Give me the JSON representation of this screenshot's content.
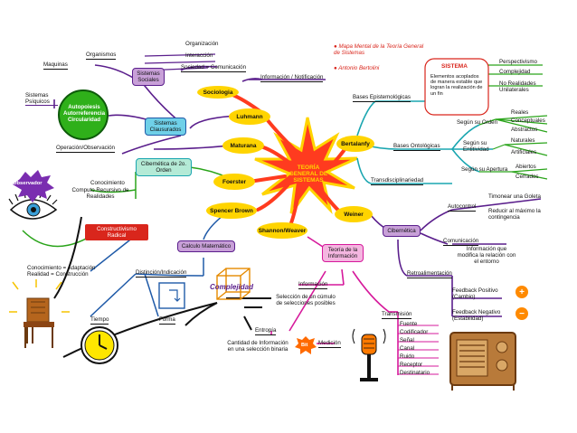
{
  "center": "TEORÍA GENERAL DE SISTEMAS",
  "legend": {
    "item1": "Mapa Mental de la Teoría General de Sistemas",
    "item2": "Antonio Bertolini"
  },
  "top": {
    "organizacion": "Organización",
    "interaccion": "Interacción",
    "sociedad": "Sociedad = Comunicación",
    "informacion_notificacion": "Información / Notificación"
  },
  "left": {
    "organismos": "Organismos",
    "maquinas": "Maquinas",
    "sistemas_sociales": "Sistemas Sociales",
    "sistemas_psiquicos": "Sistemas Psíquicos",
    "autopoiesis": "Autopoiesis Autorreferencia Circularidad",
    "sistemas_clausurados": "Sistemas Clausurados",
    "operacion": "Operación/Observación",
    "observador": "Observador",
    "cibernetica_2o": "Cibernética de 2o. Orden",
    "conocimiento": "Conocimiento",
    "computo": "Computo Recursivo de Realidades",
    "constructivismo": "Constructivismo Radical",
    "calculo": "Calculo Matemático",
    "adaptacion": "Conocimiento = Adaptación Realidad = Construcción",
    "distincion": "Distinción/Indicación",
    "tiempo": "Tiempo",
    "forma": "Forma",
    "complejidad": "Complejidad"
  },
  "petals": {
    "sociologia": "Sociologia",
    "luhmann": "Luhmann",
    "maturana": "Maturana",
    "foerster": "Foerster",
    "spencer": "Spencer Brown",
    "shannon": "Shannon/Weaver",
    "weiner": "Weiner",
    "bertalanfy": "Bertalanfy"
  },
  "right": {
    "sistema": "SISTEMA",
    "sistema_def": "Elementos acoplados de manera estable que logran la realización de un fin",
    "perspectivismo": "Perspectivismo",
    "complejidad": "Complejidad",
    "no_realidades": "No Realidades Unilaterales",
    "bases_epist": "Bases Epistemológicas",
    "bases_onto": "Bases Ontológicas",
    "transdisc": "Transdisciplinariedad",
    "segun_orden": "Según su Orden",
    "reales": "Reales",
    "conceptuales": "Conceptuales",
    "abstractos": "Abstractos",
    "segun_entidad": "Según su Entitividad",
    "naturales": "Naturales",
    "artificiales": "Artificiales",
    "segun_apertura": "Según su Apertura",
    "abiertos": "Abiertos",
    "cerrados": "Cerrados",
    "cibernetica": "Cibernética",
    "autocontrol": "Autocontrol",
    "timonear": "Timonear una Goleta",
    "reducir": "Reducir al máximo la contingencia",
    "comunicacion": "Comunicación",
    "info_modifica": "Información que modifica la relación con el entorno",
    "retro": "Retroalimentación",
    "fb_pos": "Feedback Positivo (Cambio)",
    "fb_neg": "Feedback Negativo (Estabilidad)",
    "plus": "+",
    "minus": "−"
  },
  "bottom": {
    "teoria_info": "Teoría de la Información",
    "informacion": "Información",
    "seleccion": "Selección de un cúmulo de selecciones posibles",
    "entropia": "Entropía",
    "cantidad": "Cantidad de Información en una selección binaria",
    "medicion": "Medición",
    "bit": "Bit",
    "transmision": "Transmisión",
    "chain": [
      "Fuente",
      "Codificador",
      "Señal",
      "Canal",
      "Ruido",
      "Receptor",
      "Destinatario"
    ]
  },
  "colors": {
    "center": "#ff3b1f",
    "petal": "#ffd400",
    "purple": "#5a1e8c",
    "magenta": "#d6199b",
    "green": "#2aa41a",
    "blue": "#1f5aa8",
    "teal": "#1aa6b0",
    "red": "#d9261c",
    "orange": "#e58a00"
  }
}
